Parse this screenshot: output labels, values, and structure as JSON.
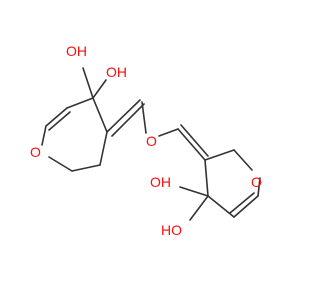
{
  "molecule": {
    "label_color": "#ff0d0d",
    "bond_color": "#333333",
    "atom_labels": {
      "oh_top_left": "OH",
      "oh_top_right": "OH",
      "ring_o_left": "O",
      "ether_o": "O",
      "oh_bottom_upper": "OH",
      "ring_o_right": "O",
      "oh_bottom_lower": "HO"
    }
  }
}
